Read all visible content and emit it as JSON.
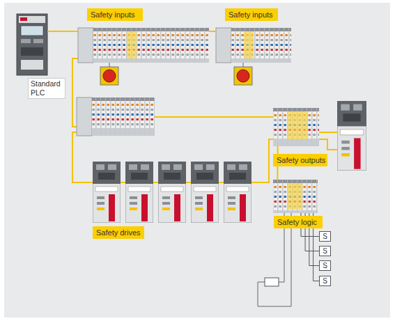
{
  "diagram": {
    "nodes": [
      {
        "text": [
          "Standard PLC"
        ]
      },
      {
        "text": [
          "Safety inputs"
        ]
      },
      {
        "text": [
          "Safety inputs"
        ]
      },
      {
        "text": [
          "Safety outputs"
        ]
      },
      {
        "text": [
          "Safety drives"
        ]
      },
      {
        "text": [
          "Safety logic"
        ]
      },
      {
        "text": [
          "S"
        ]
      },
      {
        "text": [
          "S"
        ]
      },
      {
        "text": [
          "S"
        ]
      },
      {
        "text": [
          "S"
        ]
      }
    ],
    "edges": [
      {
        "from": 0,
        "to": 1,
        "arrow": "none"
      },
      {
        "from": 1,
        "to": 2,
        "arrow": "none"
      },
      {
        "from": 3,
        "to": 5,
        "arrow": "none"
      },
      {
        "from": 5,
        "to": 6,
        "arrow": "none"
      },
      {
        "from": 5,
        "to": 7,
        "arrow": "none"
      },
      {
        "from": 5,
        "to": 8,
        "arrow": "none"
      },
      {
        "from": 5,
        "to": 9,
        "arrow": "none"
      }
    ]
  }
}
